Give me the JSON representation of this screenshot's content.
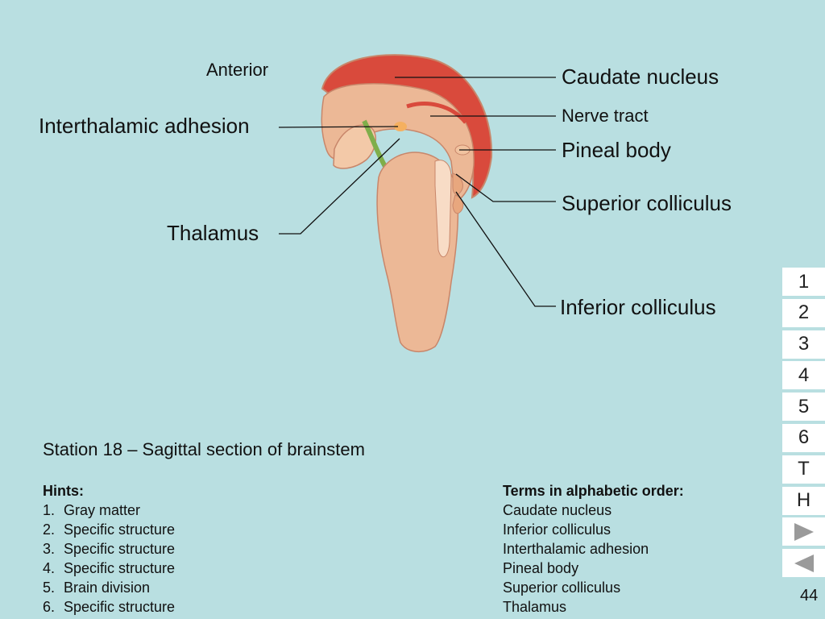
{
  "orientation_label": "Anterior",
  "labels": {
    "caudate_nucleus": "Caudate nucleus",
    "nerve_tract": "Nerve tract",
    "pineal_body": "Pineal body",
    "superior_colliculus": "Superior colliculus",
    "inferior_colliculus": "Inferior colliculus",
    "interthalamic_adhesion": "Interthalamic adhesion",
    "thalamus": "Thalamus"
  },
  "station_title": "Station 18 – Sagittal section of brainstem",
  "hints": {
    "heading": "Hints:",
    "items": [
      {
        "num": "1.",
        "text": "Gray matter"
      },
      {
        "num": "2.",
        "text": "Specific structure"
      },
      {
        "num": "3.",
        "text": "Specific structure"
      },
      {
        "num": "4.",
        "text": "Specific structure"
      },
      {
        "num": "5.",
        "text": "Brain division"
      },
      {
        "num": "6.",
        "text": "Specific structure"
      }
    ]
  },
  "terms": {
    "heading": "Terms in alphabetic order:",
    "items": [
      "Caudate nucleus",
      "Inferior colliculus",
      "Interthalamic adhesion",
      "Pineal body",
      "Superior colliculus",
      "Thalamus"
    ]
  },
  "nav": {
    "buttons": [
      "1",
      "2",
      "3",
      "4",
      "5",
      "6",
      "T",
      "H"
    ],
    "next_icon": "play-right-icon",
    "prev_icon": "play-left-icon"
  },
  "page_number": "44",
  "colors": {
    "background": "#b9dfe1",
    "tissue": "#ecb896",
    "caudate": "#d94a3c",
    "adhesion_green": "#7fae4a"
  }
}
